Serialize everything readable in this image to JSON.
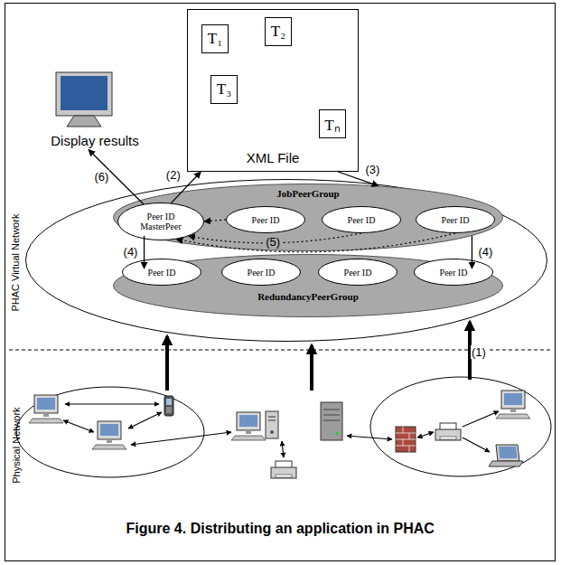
{
  "diagram": {
    "caption": "Figure 4. Distributing an application in PHAC",
    "nodes": [
      {
        "text": [
          "XML File"
        ]
      },
      {
        "text": [
          "T₁"
        ],
        "in": 0
      },
      {
        "text": [
          "T₂"
        ],
        "in": 0
      },
      {
        "text": [
          "T₃"
        ],
        "in": 0
      },
      {
        "text": [
          "Tₙ"
        ],
        "in": 0
      },
      {
        "text": [
          "Display results"
        ]
      },
      {
        "text": [
          "PHAC Virtual Network"
        ]
      },
      {
        "text": [
          "JobPeerGroup"
        ],
        "in": 6
      },
      {
        "text": [
          "Peer ID",
          "MasterPeer"
        ],
        "in": 7
      },
      {
        "text": [
          "Peer ID"
        ],
        "in": 7
      },
      {
        "text": [
          "Peer ID"
        ],
        "in": 7
      },
      {
        "text": [
          "Peer ID"
        ],
        "in": 7
      },
      {
        "text": [
          "RedundancyPeerGroup"
        ],
        "in": 6
      },
      {
        "text": [
          "Peer ID"
        ],
        "in": 12
      },
      {
        "text": [
          "Peer ID"
        ],
        "in": 12
      },
      {
        "text": [
          "Peer ID"
        ],
        "in": 12
      },
      {
        "text": [
          "Peer ID"
        ],
        "in": 12
      }
    ],
    "edges": [
      {
        "from": 8,
        "to": 0,
        "arrow": "to",
        "label": "(2)"
      },
      {
        "from": 0,
        "to": 7,
        "arrow": "to",
        "label": "(3)"
      },
      {
        "from": 7,
        "to": 12,
        "arrow": "to",
        "label": "(4)"
      },
      {
        "from": 7,
        "to": 12,
        "arrow": "to",
        "label": "(4)"
      },
      {
        "from": 9,
        "to": 8,
        "arrow": "to"
      },
      {
        "from": 10,
        "to": 8,
        "arrow": "to",
        "label": "(5)"
      },
      {
        "from": 11,
        "to": 8,
        "arrow": "to"
      },
      {
        "from": 8,
        "to": 5,
        "arrow": "to",
        "label": "(6)"
      }
    ],
    "labels": [
      "(1)",
      "Physical Network"
    ]
  }
}
